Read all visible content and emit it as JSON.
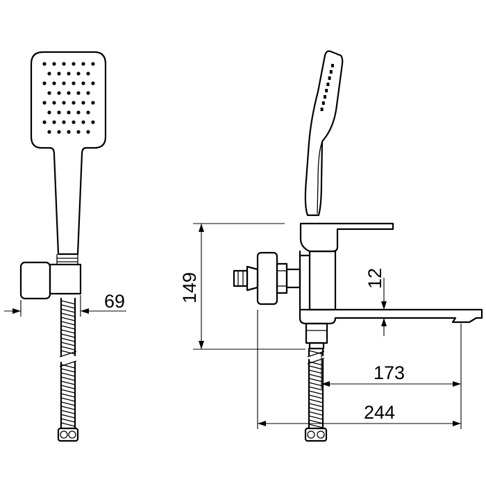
{
  "dimensions": {
    "hand_shower_width": "69",
    "total_height": "149",
    "spout_thickness": "12",
    "spout_reach": "173",
    "total_length": "244"
  },
  "colors": {
    "line": "#000000",
    "background": "#ffffff"
  }
}
